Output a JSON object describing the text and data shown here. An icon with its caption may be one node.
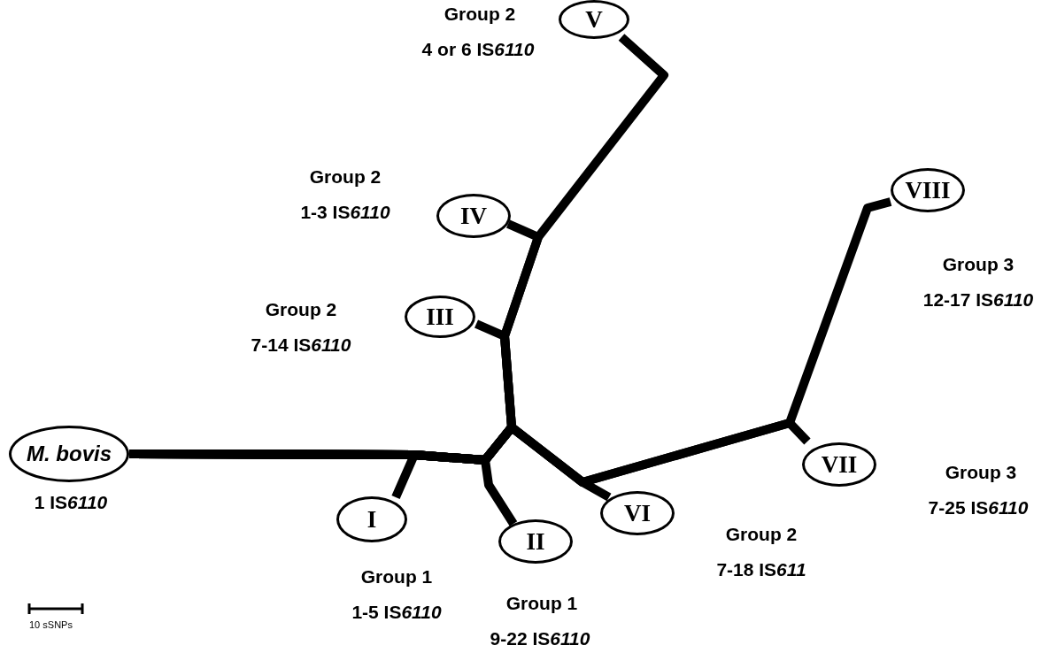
{
  "diagram": {
    "nodes": [
      {
        "text": [
          "M. bovis"
        ],
        "beside": [
          "1 IS6110"
        ]
      },
      {
        "text": [
          "I"
        ],
        "beside": [
          "Group 1",
          "1-5 IS6110"
        ]
      },
      {
        "text": [
          "II"
        ],
        "beside": [
          "Group 1",
          "9-22 IS6110"
        ]
      },
      {
        "text": [
          "III"
        ],
        "beside": [
          "Group 2",
          "7-14 IS6110"
        ]
      },
      {
        "text": [
          "IV"
        ],
        "beside": [
          "Group 2",
          "1-3 IS6110"
        ]
      },
      {
        "text": [
          "V"
        ],
        "beside": [
          "Group 2",
          "4 or 6 IS6110"
        ]
      },
      {
        "text": [
          "VI"
        ],
        "beside": [
          "Group 2",
          "7-18 IS611"
        ]
      },
      {
        "text": [
          "VII"
        ],
        "beside": [
          "Group 3",
          "7-25 IS6110"
        ]
      },
      {
        "text": [
          "VIII"
        ],
        "beside": [
          "Group 3",
          "12-17 IS6110"
        ]
      }
    ],
    "edges": [
      {
        "from": 0,
        "to": 1,
        "arrow": "none"
      },
      {
        "from": 0,
        "to": 2,
        "arrow": "none"
      },
      {
        "from": 0,
        "to": 3,
        "arrow": "none"
      },
      {
        "from": 0,
        "to": 4,
        "arrow": "none"
      },
      {
        "from": 0,
        "to": 5,
        "arrow": "none"
      },
      {
        "from": 0,
        "to": 6,
        "arrow": "none"
      },
      {
        "from": 0,
        "to": 7,
        "arrow": "none"
      },
      {
        "from": 0,
        "to": 8,
        "arrow": "none"
      }
    ],
    "labels": [
      "10 sSNPs"
    ]
  }
}
